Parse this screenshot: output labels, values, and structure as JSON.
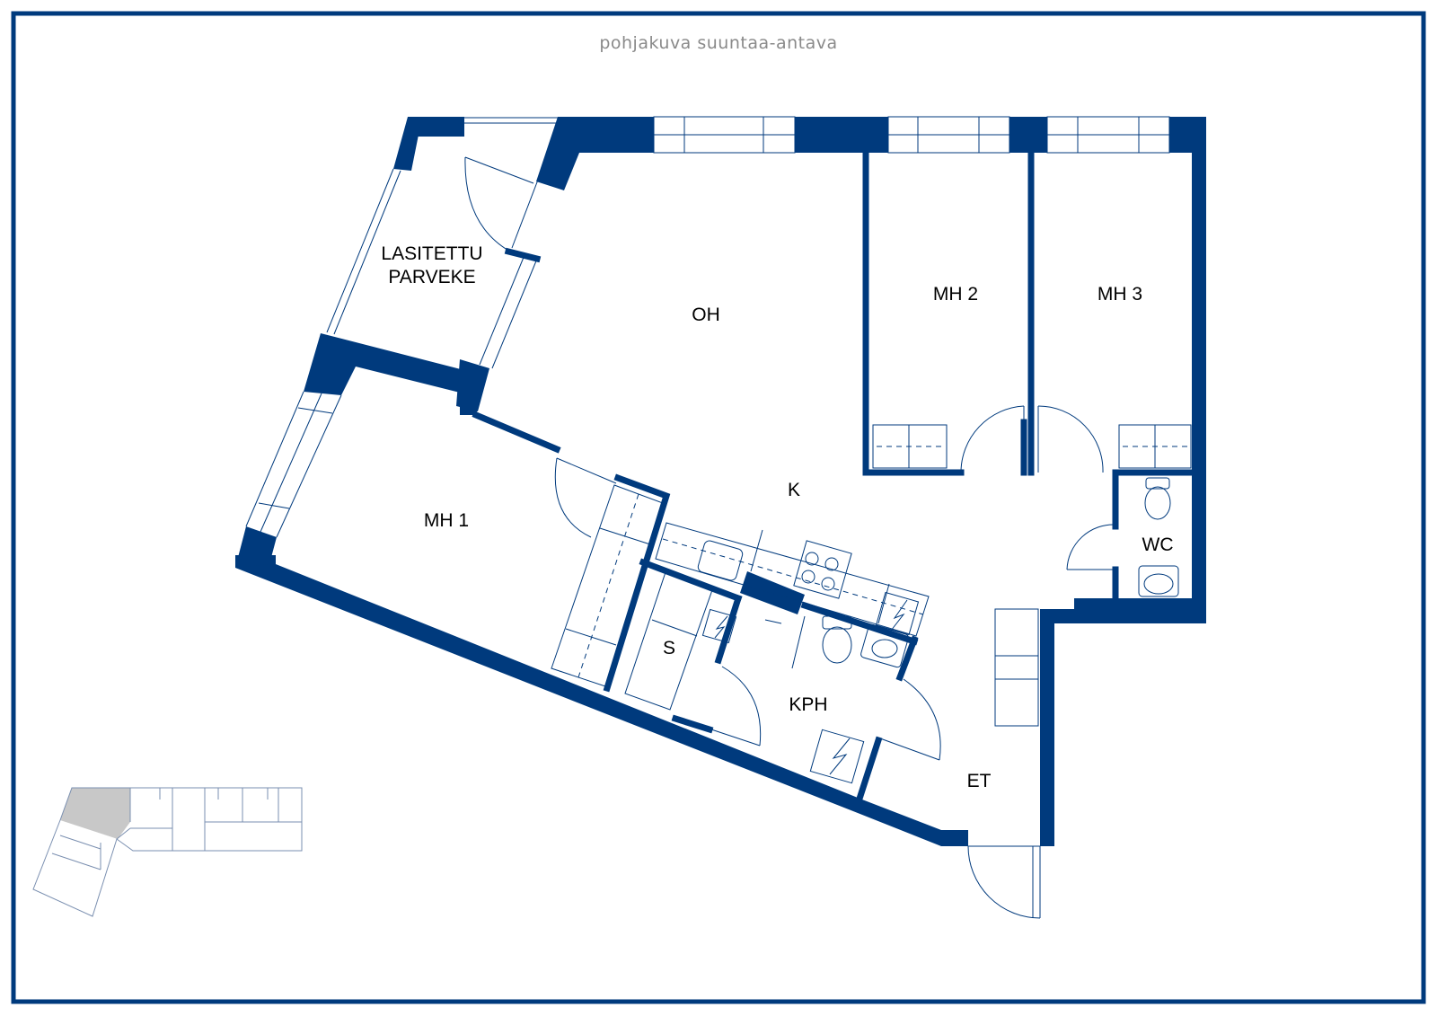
{
  "caption": "pohjakuva suuntaa-antava",
  "rooms": {
    "balcony_line1": "LASITETTU",
    "balcony_line2": "PARVEKE",
    "oh": "OH",
    "k": "K",
    "mh1": "MH  1",
    "mh2": "MH  2",
    "mh3": "MH  3",
    "wc": "WC",
    "s": "S",
    "kph": "KPH",
    "et": "ET"
  },
  "colors": {
    "wall": "#003a7d",
    "line": "#003a7d",
    "caption": "#8a8a8a",
    "key_highlight": "#c8c8c8",
    "key_line": "#7a8fb0"
  },
  "icons": [
    "toilet-icon",
    "sink-icon",
    "stove-icon",
    "electric-panel-icon"
  ]
}
